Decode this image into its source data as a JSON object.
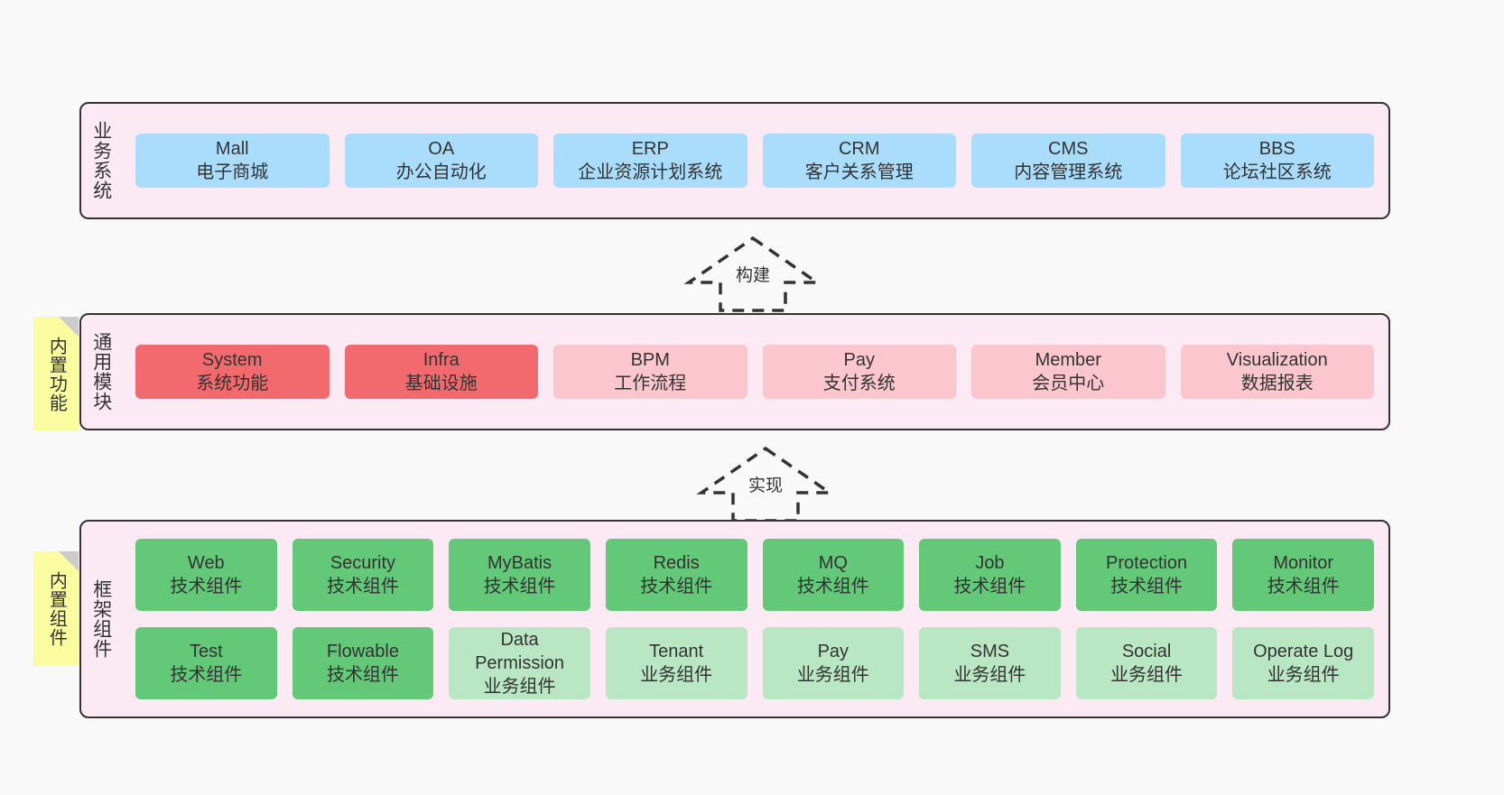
{
  "page": {
    "background": "#f9f9f9",
    "text_color": "#333333",
    "band_background": "#fbeaf4",
    "band_border": "#333333"
  },
  "palette": {
    "blue": "#aaddfb",
    "red": "#f26a6d",
    "pink": "#fbc6cd",
    "green": "#63c878",
    "light_green": "#b9e7c3",
    "note_yellow": "#fbfba0",
    "fold_gray": "#cccccc"
  },
  "bands": [
    {
      "id": "business-systems",
      "label": "业务系统",
      "rows": [
        [
          {
            "t1": "Mall",
            "t2": "电子商城",
            "color": "blue"
          },
          {
            "t1": "OA",
            "t2": "办公自动化",
            "color": "blue"
          },
          {
            "t1": "ERP",
            "t2": "企业资源计划系统",
            "color": "blue"
          },
          {
            "t1": "CRM",
            "t2": "客户关系管理",
            "color": "blue"
          },
          {
            "t1": "CMS",
            "t2": "内容管理系统",
            "color": "blue"
          },
          {
            "t1": "BBS",
            "t2": "论坛社区系统",
            "color": "blue"
          }
        ]
      ]
    },
    {
      "id": "common-modules",
      "label": "通用模块",
      "note": "内置功能",
      "rows": [
        [
          {
            "t1": "System",
            "t2": "系统功能",
            "color": "red"
          },
          {
            "t1": "Infra",
            "t2": "基础设施",
            "color": "red"
          },
          {
            "t1": "BPM",
            "t2": "工作流程",
            "color": "pink"
          },
          {
            "t1": "Pay",
            "t2": "支付系统",
            "color": "pink"
          },
          {
            "t1": "Member",
            "t2": "会员中心",
            "color": "pink"
          },
          {
            "t1": "Visualization",
            "t2": "数据报表",
            "color": "pink"
          }
        ]
      ]
    },
    {
      "id": "framework-components",
      "label": "框架组件",
      "note": "内置组件",
      "rows": [
        [
          {
            "t1": "Web",
            "t2": "技术组件",
            "color": "green"
          },
          {
            "t1": "Security",
            "t2": "技术组件",
            "color": "green"
          },
          {
            "t1": "MyBatis",
            "t2": "技术组件",
            "color": "green"
          },
          {
            "t1": "Redis",
            "t2": "技术组件",
            "color": "green"
          },
          {
            "t1": "MQ",
            "t2": "技术组件",
            "color": "green"
          },
          {
            "t1": "Job",
            "t2": "技术组件",
            "color": "green"
          },
          {
            "t1": "Protection",
            "t2": "技术组件",
            "color": "green"
          },
          {
            "t1": "Monitor",
            "t2": "技术组件",
            "color": "green"
          }
        ],
        [
          {
            "t1": "Test",
            "t2": "技术组件",
            "color": "green"
          },
          {
            "t1": "Flowable",
            "t2": "技术组件",
            "color": "green"
          },
          {
            "t1": "Data Permission",
            "t2": "业务组件",
            "color": "light_green"
          },
          {
            "t1": "Tenant",
            "t2": "业务组件",
            "color": "light_green"
          },
          {
            "t1": "Pay",
            "t2": "业务组件",
            "color": "light_green"
          },
          {
            "t1": "SMS",
            "t2": "业务组件",
            "color": "light_green"
          },
          {
            "t1": "Social",
            "t2": "业务组件",
            "color": "light_green"
          },
          {
            "t1": "Operate Log",
            "t2": "业务组件",
            "color": "light_green"
          }
        ]
      ]
    }
  ],
  "arrows": [
    {
      "id": "build-arrow",
      "label": "构建",
      "direction": "up"
    },
    {
      "id": "implement-arrow",
      "label": "实现",
      "direction": "up"
    }
  ]
}
